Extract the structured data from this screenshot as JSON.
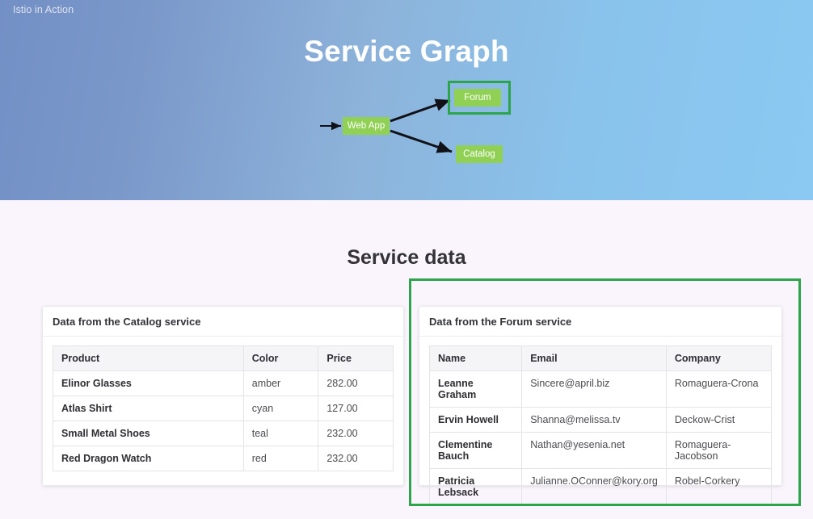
{
  "header": {
    "brand": "Istio in Action",
    "title": "Service Graph"
  },
  "graph": {
    "nodes": [
      {
        "id": "web-app",
        "label": "Web App",
        "highlighted": false
      },
      {
        "id": "forum",
        "label": "Forum",
        "highlighted": true
      },
      {
        "id": "catalog",
        "label": "Catalog",
        "highlighted": false
      }
    ],
    "edges": [
      {
        "from": "ingress",
        "to": "web-app"
      },
      {
        "from": "web-app",
        "to": "forum"
      },
      {
        "from": "web-app",
        "to": "catalog"
      }
    ],
    "node_color": "#90d055",
    "highlight_color": "#2ca44a",
    "node_text_color": "#ffffff"
  },
  "section": {
    "title": "Service data"
  },
  "catalog_card": {
    "title": "Data from the Catalog service",
    "columns": [
      "Product",
      "Color",
      "Price"
    ],
    "rows": [
      {
        "product": "Elinor Glasses",
        "color": "amber",
        "price": "282.00"
      },
      {
        "product": "Atlas Shirt",
        "color": "cyan",
        "price": "127.00"
      },
      {
        "product": "Small Metal Shoes",
        "color": "teal",
        "price": "232.00"
      },
      {
        "product": "Red Dragon Watch",
        "color": "red",
        "price": "232.00"
      }
    ]
  },
  "forum_card": {
    "title": "Data from the Forum service",
    "highlighted": true,
    "columns": [
      "Name",
      "Email",
      "Company"
    ],
    "rows": [
      {
        "name": "Leanne Graham",
        "email": "Sincere@april.biz",
        "company": "Romaguera-Crona"
      },
      {
        "name": "Ervin Howell",
        "email": "Shanna@melissa.tv",
        "company": "Deckow-Crist"
      },
      {
        "name": "Clementine Bauch",
        "email": "Nathan@yesenia.net",
        "company": "Romaguera-Jacobson"
      },
      {
        "name": "Patricia Lebsack",
        "email": "Julianne.OConner@kory.org",
        "company": "Robel-Corkery"
      }
    ]
  },
  "theme": {
    "page_background": "#faf5fc",
    "hero_gradient_from": "#7390c6",
    "hero_gradient_to": "#8bc9f2"
  }
}
